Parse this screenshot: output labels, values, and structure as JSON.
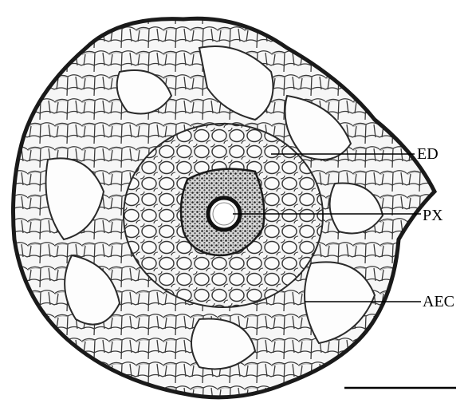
{
  "labels": {
    "ed": "ED",
    "px": "PX",
    "aec": "AEC"
  },
  "colors": {
    "background": "#ffffff",
    "ink": "#000000",
    "cell_wall": "#2a2a2a",
    "cell_fill": "#f4f4f4"
  },
  "scale_bar": {
    "present": true
  }
}
